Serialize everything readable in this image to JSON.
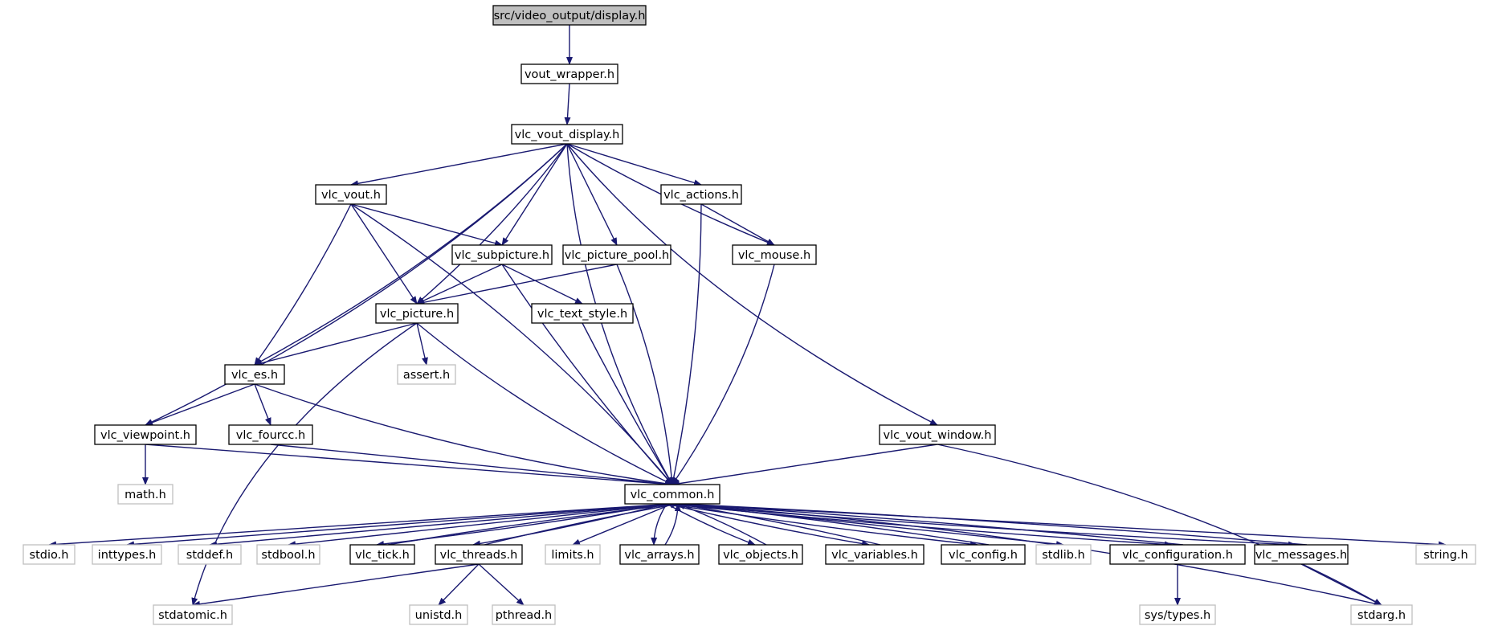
{
  "colors": {
    "edge": "#191970",
    "node_border": "#000000",
    "system_border": "#bfbfbf",
    "root_fill": "#bfbfbf",
    "fill": "#ffffff",
    "text": "#000000",
    "system_text": "#000000"
  },
  "nodes": [
    {
      "id": "display_h",
      "label": "src/video_output/display.h",
      "kind": "root"
    },
    {
      "id": "vout_wrapper_h",
      "label": "vout_wrapper.h",
      "kind": "local"
    },
    {
      "id": "vlc_vout_display_h",
      "label": "vlc_vout_display.h",
      "kind": "local"
    },
    {
      "id": "vlc_vout_h",
      "label": "vlc_vout.h",
      "kind": "local"
    },
    {
      "id": "vlc_actions_h",
      "label": "vlc_actions.h",
      "kind": "local"
    },
    {
      "id": "vlc_subpicture_h",
      "label": "vlc_subpicture.h",
      "kind": "local"
    },
    {
      "id": "vlc_picture_pool_h",
      "label": "vlc_picture_pool.h",
      "kind": "local"
    },
    {
      "id": "vlc_mouse_h",
      "label": "vlc_mouse.h",
      "kind": "local"
    },
    {
      "id": "vlc_picture_h",
      "label": "vlc_picture.h",
      "kind": "local"
    },
    {
      "id": "vlc_text_style_h",
      "label": "vlc_text_style.h",
      "kind": "local"
    },
    {
      "id": "vlc_es_h",
      "label": "vlc_es.h",
      "kind": "local"
    },
    {
      "id": "assert_h",
      "label": "assert.h",
      "kind": "system"
    },
    {
      "id": "vlc_viewpoint_h",
      "label": "vlc_viewpoint.h",
      "kind": "local"
    },
    {
      "id": "vlc_fourcc_h",
      "label": "vlc_fourcc.h",
      "kind": "local"
    },
    {
      "id": "vlc_vout_window_h",
      "label": "vlc_vout_window.h",
      "kind": "local"
    },
    {
      "id": "math_h",
      "label": "math.h",
      "kind": "system"
    },
    {
      "id": "vlc_common_h",
      "label": "vlc_common.h",
      "kind": "local"
    },
    {
      "id": "stdio_h",
      "label": "stdio.h",
      "kind": "system"
    },
    {
      "id": "inttypes_h",
      "label": "inttypes.h",
      "kind": "system"
    },
    {
      "id": "stddef_h",
      "label": "stddef.h",
      "kind": "system"
    },
    {
      "id": "stdbool_h",
      "label": "stdbool.h",
      "kind": "system"
    },
    {
      "id": "vlc_tick_h",
      "label": "vlc_tick.h",
      "kind": "local"
    },
    {
      "id": "vlc_threads_h",
      "label": "vlc_threads.h",
      "kind": "local"
    },
    {
      "id": "limits_h",
      "label": "limits.h",
      "kind": "system"
    },
    {
      "id": "vlc_arrays_h",
      "label": "vlc_arrays.h",
      "kind": "local"
    },
    {
      "id": "vlc_objects_h",
      "label": "vlc_objects.h",
      "kind": "local"
    },
    {
      "id": "vlc_variables_h",
      "label": "vlc_variables.h",
      "kind": "local"
    },
    {
      "id": "vlc_config_h",
      "label": "vlc_config.h",
      "kind": "local"
    },
    {
      "id": "stdlib_h",
      "label": "stdlib.h",
      "kind": "system"
    },
    {
      "id": "vlc_configuration_h",
      "label": "vlc_configuration.h",
      "kind": "local"
    },
    {
      "id": "vlc_messages_h",
      "label": "vlc_messages.h",
      "kind": "local"
    },
    {
      "id": "string_h",
      "label": "string.h",
      "kind": "system"
    },
    {
      "id": "stdatomic_h",
      "label": "stdatomic.h",
      "kind": "system"
    },
    {
      "id": "unistd_h",
      "label": "unistd.h",
      "kind": "system"
    },
    {
      "id": "pthread_h",
      "label": "pthread.h",
      "kind": "system"
    },
    {
      "id": "sys_types_h",
      "label": "sys/types.h",
      "kind": "system"
    },
    {
      "id": "stdarg_h",
      "label": "stdarg.h",
      "kind": "system"
    }
  ],
  "edges": [
    {
      "from": "display_h",
      "to": "vout_wrapper_h"
    },
    {
      "from": "vout_wrapper_h",
      "to": "vlc_vout_display_h"
    },
    {
      "from": "vlc_vout_display_h",
      "to": "vlc_vout_h"
    },
    {
      "from": "vlc_vout_display_h",
      "to": "vlc_actions_h"
    },
    {
      "from": "vlc_vout_display_h",
      "to": "vlc_subpicture_h"
    },
    {
      "from": "vlc_vout_display_h",
      "to": "vlc_picture_pool_h"
    },
    {
      "from": "vlc_vout_display_h",
      "to": "vlc_mouse_h"
    },
    {
      "from": "vlc_vout_display_h",
      "to": "vlc_picture_h"
    },
    {
      "from": "vlc_vout_display_h",
      "to": "vlc_es_h"
    },
    {
      "from": "vlc_vout_display_h",
      "to": "vlc_viewpoint_h"
    },
    {
      "from": "vlc_vout_display_h",
      "to": "vlc_vout_window_h"
    },
    {
      "from": "vlc_vout_display_h",
      "to": "vlc_common_h"
    },
    {
      "from": "vlc_vout_h",
      "to": "vlc_subpicture_h"
    },
    {
      "from": "vlc_vout_h",
      "to": "vlc_picture_h"
    },
    {
      "from": "vlc_vout_h",
      "to": "vlc_es_h"
    },
    {
      "from": "vlc_vout_h",
      "to": "vlc_common_h"
    },
    {
      "from": "vlc_actions_h",
      "to": "vlc_mouse_h"
    },
    {
      "from": "vlc_actions_h",
      "to": "vlc_common_h"
    },
    {
      "from": "vlc_subpicture_h",
      "to": "vlc_picture_h"
    },
    {
      "from": "vlc_subpicture_h",
      "to": "vlc_text_style_h"
    },
    {
      "from": "vlc_subpicture_h",
      "to": "vlc_common_h"
    },
    {
      "from": "vlc_picture_pool_h",
      "to": "vlc_picture_h"
    },
    {
      "from": "vlc_picture_pool_h",
      "to": "vlc_common_h"
    },
    {
      "from": "vlc_mouse_h",
      "to": "vlc_common_h"
    },
    {
      "from": "vlc_picture_h",
      "to": "vlc_es_h"
    },
    {
      "from": "vlc_picture_h",
      "to": "assert_h"
    },
    {
      "from": "vlc_picture_h",
      "to": "vlc_common_h"
    },
    {
      "from": "vlc_picture_h",
      "to": "stdatomic_h"
    },
    {
      "from": "vlc_text_style_h",
      "to": "vlc_common_h"
    },
    {
      "from": "vlc_es_h",
      "to": "vlc_viewpoint_h"
    },
    {
      "from": "vlc_es_h",
      "to": "vlc_fourcc_h"
    },
    {
      "from": "vlc_es_h",
      "to": "vlc_common_h"
    },
    {
      "from": "vlc_viewpoint_h",
      "to": "math_h"
    },
    {
      "from": "vlc_viewpoint_h",
      "to": "vlc_common_h"
    },
    {
      "from": "vlc_fourcc_h",
      "to": "vlc_common_h"
    },
    {
      "from": "vlc_vout_window_h",
      "to": "vlc_common_h"
    },
    {
      "from": "vlc_vout_window_h",
      "to": "stdarg_h"
    },
    {
      "from": "vlc_common_h",
      "to": "stdio_h"
    },
    {
      "from": "vlc_common_h",
      "to": "inttypes_h"
    },
    {
      "from": "vlc_common_h",
      "to": "stddef_h"
    },
    {
      "from": "vlc_common_h",
      "to": "stdbool_h"
    },
    {
      "from": "vlc_common_h",
      "to": "vlc_tick_h"
    },
    {
      "from": "vlc_common_h",
      "to": "vlc_threads_h"
    },
    {
      "from": "vlc_common_h",
      "to": "limits_h"
    },
    {
      "from": "vlc_common_h",
      "to": "vlc_arrays_h"
    },
    {
      "from": "vlc_common_h",
      "to": "vlc_objects_h"
    },
    {
      "from": "vlc_common_h",
      "to": "vlc_variables_h"
    },
    {
      "from": "vlc_common_h",
      "to": "vlc_config_h"
    },
    {
      "from": "vlc_common_h",
      "to": "stdlib_h"
    },
    {
      "from": "vlc_common_h",
      "to": "vlc_configuration_h"
    },
    {
      "from": "vlc_common_h",
      "to": "vlc_messages_h"
    },
    {
      "from": "vlc_common_h",
      "to": "string_h"
    },
    {
      "from": "vlc_common_h",
      "to": "stdarg_h"
    },
    {
      "from": "vlc_tick_h",
      "to": "vlc_common_h"
    },
    {
      "from": "vlc_threads_h",
      "to": "vlc_common_h"
    },
    {
      "from": "vlc_threads_h",
      "to": "stdatomic_h"
    },
    {
      "from": "vlc_threads_h",
      "to": "unistd_h"
    },
    {
      "from": "vlc_threads_h",
      "to": "pthread_h"
    },
    {
      "from": "vlc_arrays_h",
      "to": "vlc_common_h"
    },
    {
      "from": "vlc_objects_h",
      "to": "vlc_common_h"
    },
    {
      "from": "vlc_variables_h",
      "to": "vlc_common_h"
    },
    {
      "from": "vlc_config_h",
      "to": "vlc_common_h"
    },
    {
      "from": "vlc_configuration_h",
      "to": "vlc_common_h"
    },
    {
      "from": "vlc_configuration_h",
      "to": "sys_types_h"
    },
    {
      "from": "vlc_messages_h",
      "to": "vlc_common_h"
    },
    {
      "from": "vlc_messages_h",
      "to": "stdarg_h"
    }
  ]
}
